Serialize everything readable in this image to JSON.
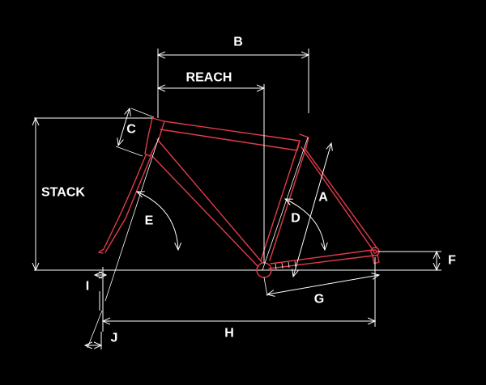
{
  "labels": {
    "b": "B",
    "reach": "REACH",
    "stack": "STACK",
    "c": "C",
    "e": "E",
    "a": "A",
    "d": "D",
    "f": "F",
    "g": "G",
    "h": "H",
    "i": "I",
    "j": "J"
  },
  "colors": {
    "frame": "#e23b4a",
    "lines": "#ffffff",
    "background": "#000000"
  }
}
